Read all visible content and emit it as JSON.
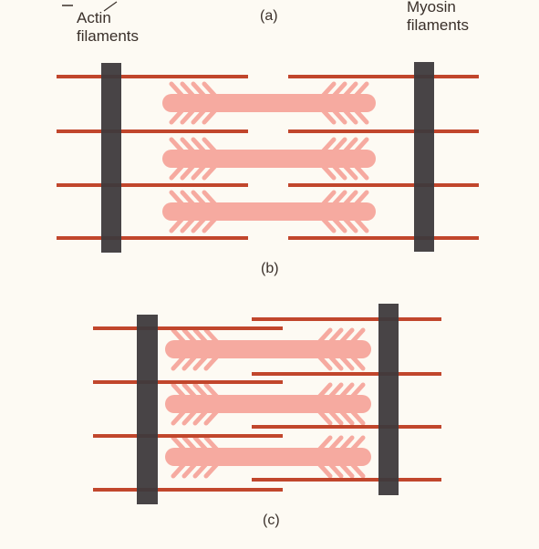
{
  "labels": {
    "actin_line1": "Actin",
    "actin_line2": "filaments",
    "myosin_line1": "Myosin",
    "myosin_line2": "filaments"
  },
  "panels": {
    "a": "(a)",
    "b": "(b)",
    "c": "(c)"
  },
  "colors": {
    "actin": "#c1462c",
    "myosin": "#f6aaa0",
    "z_disc": "#3e3a3c",
    "background": "#fdfaf3"
  }
}
